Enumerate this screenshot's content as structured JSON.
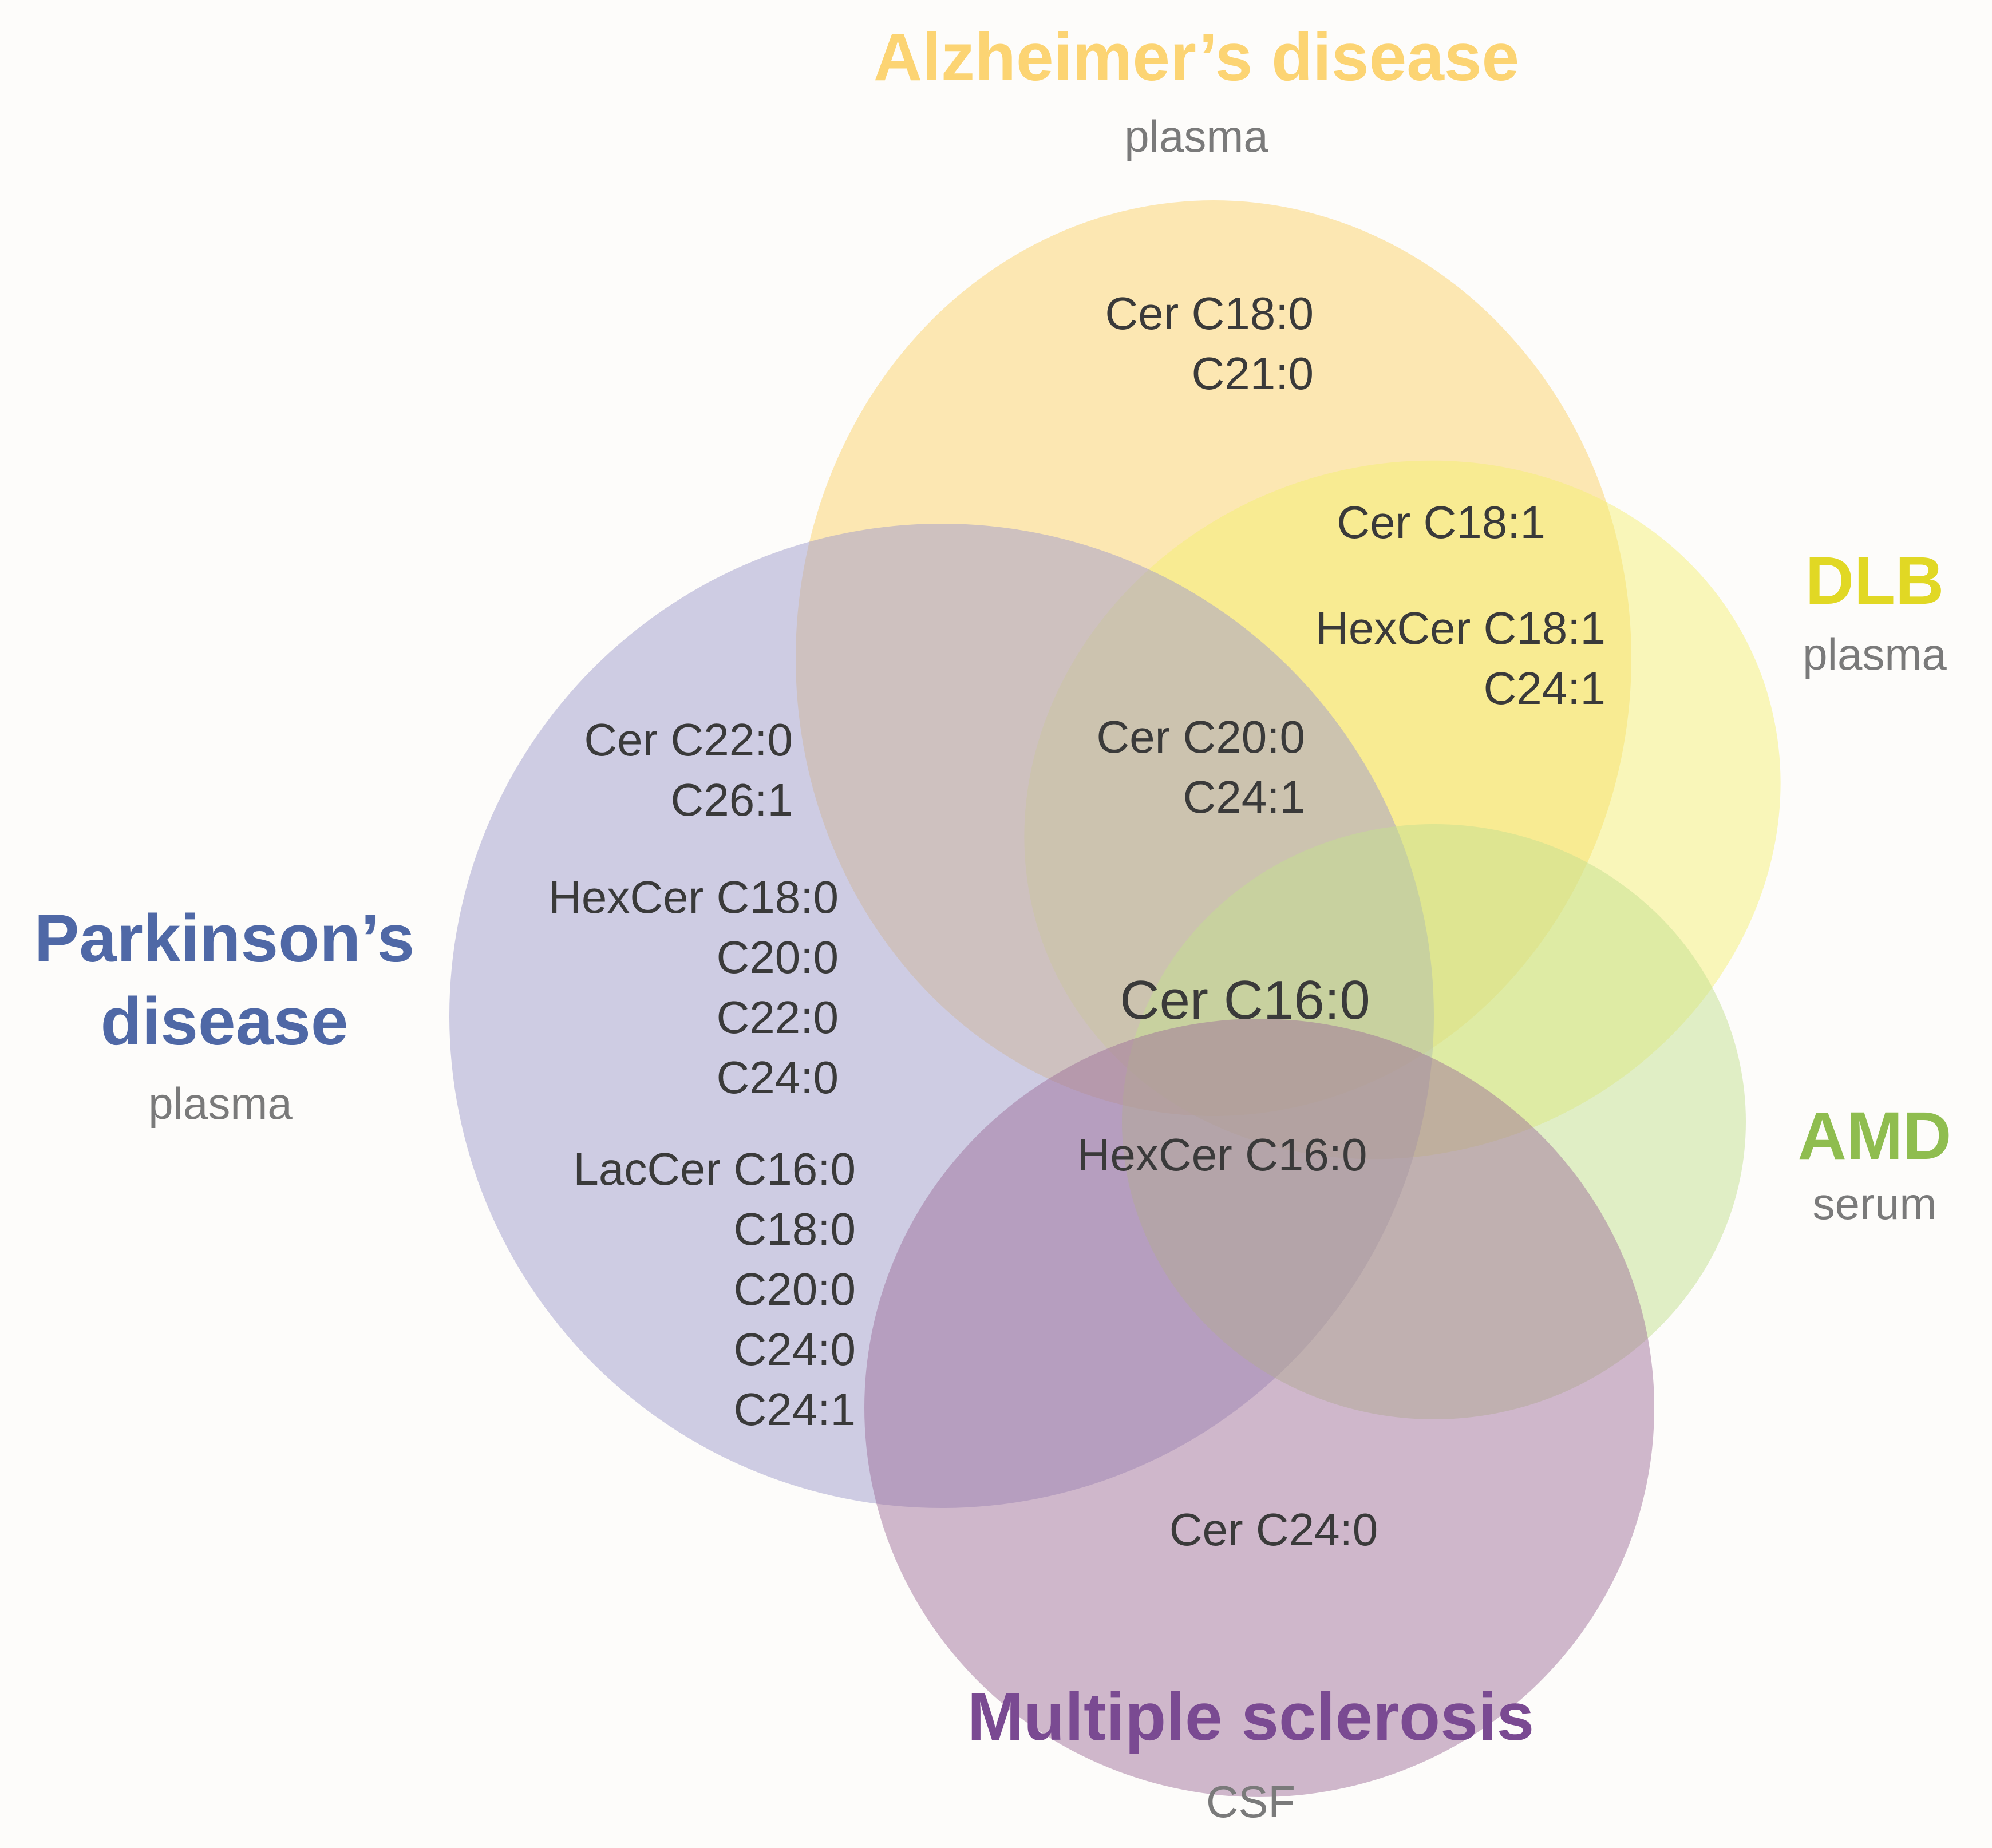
{
  "sets": {
    "alzheimers": {
      "name": "Alzheimer’s disease",
      "sample": "plasma",
      "color": "#fcd473"
    },
    "dlb": {
      "name": "DLB",
      "sample": "plasma",
      "color": "#e1d824"
    },
    "parkinsons": {
      "name_line1": "Parkinson’s",
      "name_line2": "disease",
      "sample": "plasma",
      "color": "#4f68a6"
    },
    "amd": {
      "name": "AMD",
      "sample": "serum",
      "color": "#8fbd4f"
    },
    "ms": {
      "name": "Multiple sclerosis",
      "sample": "CSF",
      "color": "#7a4a92"
    }
  },
  "fills": {
    "alzheimers": "#fbd87d",
    "dlb": "#f4f06b",
    "parkinsons": "#9f9bcb",
    "amd": "#c4df90",
    "ms": "#9c6d99"
  },
  "regions": {
    "ad_only": {
      "line1": "Cer C18:0",
      "line2": "C21:0"
    },
    "ad_dlb": {
      "line1": "Cer C18:1",
      "line2": "HexCer C18:1",
      "line3": "C24:1"
    },
    "pd_only": {
      "cer_line1": "Cer C22:0",
      "cer_line2": "C26:1",
      "hex_line1": "HexCer C18:0",
      "hex_line2": "C20:0",
      "hex_line3": "C22:0",
      "hex_line4": "C24:0",
      "lac_line1": "LacCer C16:0",
      "lac_line2": "C18:0",
      "lac_line3": "C20:0",
      "lac_line4": "C24:0",
      "lac_line5": "C24:1"
    },
    "ad_dlb_pd": {
      "line1": "Cer C20:0",
      "line2": "C24:1"
    },
    "all_five": {
      "line1": "Cer C16:0"
    },
    "pd_amd_ms": {
      "line1": "HexCer C16:0"
    },
    "ms_only": {
      "line1": "Cer C24:0"
    }
  }
}
